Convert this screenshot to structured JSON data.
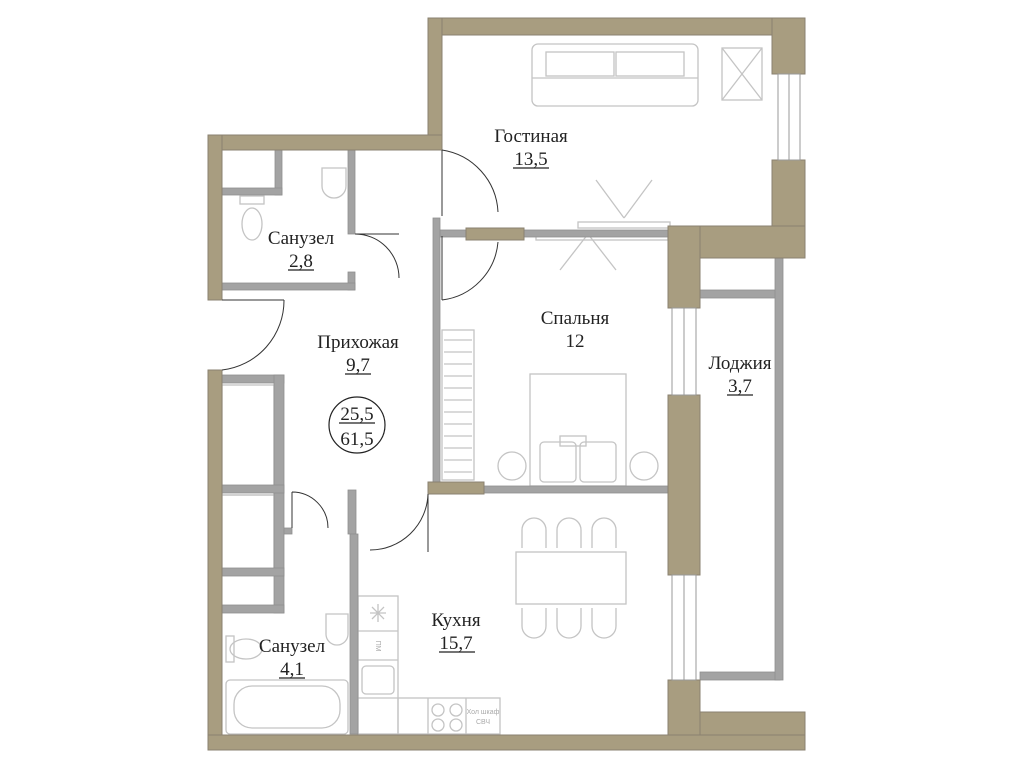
{
  "plan": {
    "rooms": [
      {
        "name": "Гостиная",
        "area": "13,5"
      },
      {
        "name": "Санузел",
        "area": "2,8"
      },
      {
        "name": "Прихожая",
        "area": "9,7"
      },
      {
        "name": "Спальня",
        "area": "12"
      },
      {
        "name": "Лоджия",
        "area": "3,7"
      },
      {
        "name": "Кухня",
        "area": "15,7"
      },
      {
        "name": "Санузел",
        "area": "4,1"
      }
    ],
    "totals": {
      "living_area": "25,5",
      "total_area": "61,5"
    },
    "appliance_labels": {
      "dishwasher": "ПМ",
      "fridge": "Хол шкаф",
      "microwave": "СВЧ"
    },
    "colors": {
      "wall": "#a89d80",
      "partition": "#a3a3a3"
    }
  }
}
